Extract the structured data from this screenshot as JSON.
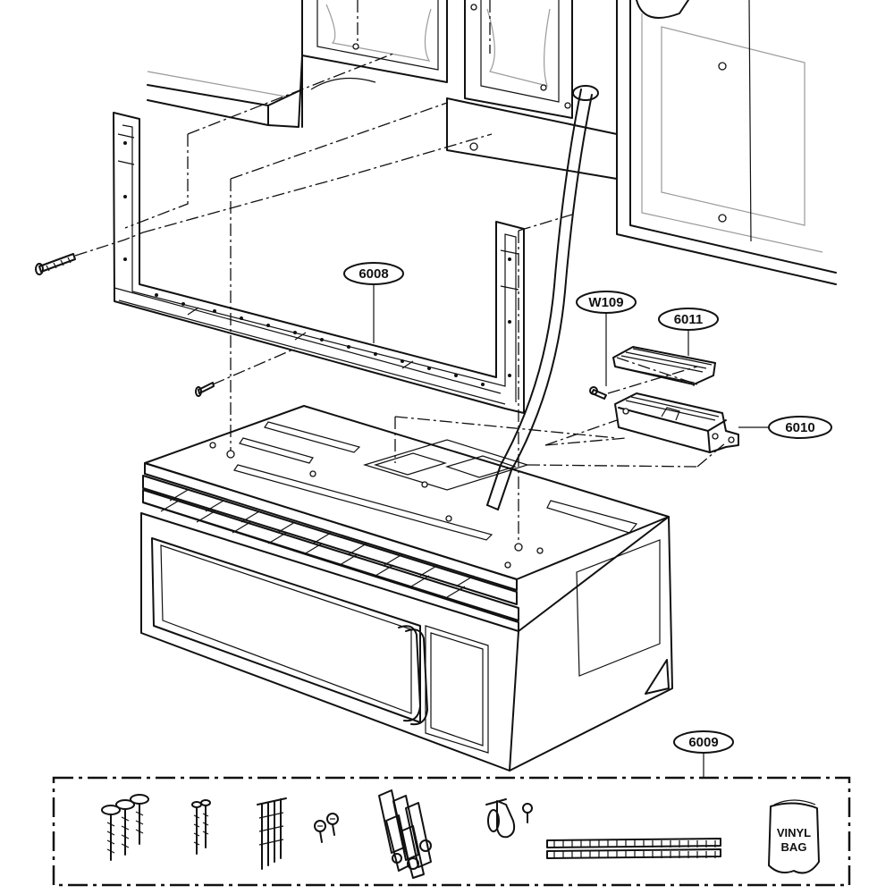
{
  "callouts": [
    {
      "id": "6008",
      "label": "6008"
    },
    {
      "id": "W109",
      "label": "W109"
    },
    {
      "id": "6011",
      "label": "6011"
    },
    {
      "id": "6010",
      "label": "6010"
    },
    {
      "id": "6009",
      "label": "6009"
    }
  ],
  "vinyl_bag": {
    "line1": "VINYL",
    "line2": "BAG"
  }
}
